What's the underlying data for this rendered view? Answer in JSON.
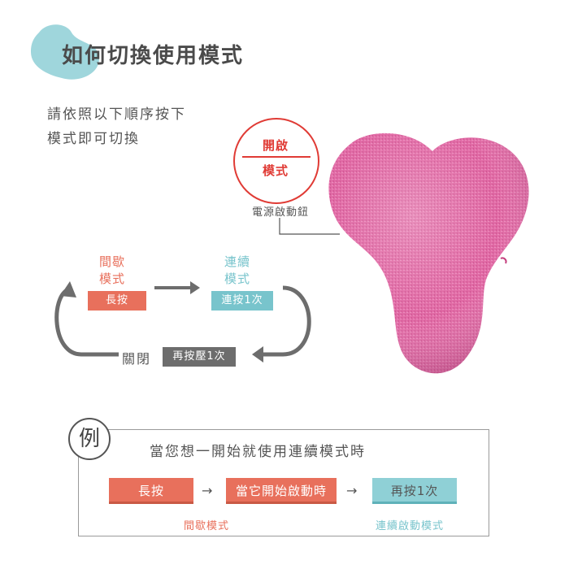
{
  "header": {
    "title": "如何切換使用模式",
    "intro_line1": "請依照以下順序按下",
    "intro_line2": "模式即可切換"
  },
  "power_button": {
    "label_on": "開啟",
    "label_mode": "模式",
    "caption": "電源啟動鈕"
  },
  "cycle": {
    "intermittent_line1": "間歇",
    "intermittent_line2": "模式",
    "continuous_line1": "連續",
    "continuous_line2": "模式",
    "long_press": "長按",
    "press_once": "連按1次",
    "off_label": "關閉",
    "press_again": "再按壓1次"
  },
  "example": {
    "badge": "例",
    "title": "當您想一開始就使用連續模式時",
    "step1": "長按",
    "step2": "當它開始啟動時",
    "step3": "再按1次",
    "arrow": "→",
    "under_intermittent": "間歇模式",
    "under_continuous": "連續啟動模式"
  },
  "colors": {
    "intermittent": "#e8705c",
    "continuous": "#78c4cc",
    "power_red": "#e03b35",
    "pillow_pink": "#e16aa5",
    "blob_teal": "#9fd6dc"
  }
}
